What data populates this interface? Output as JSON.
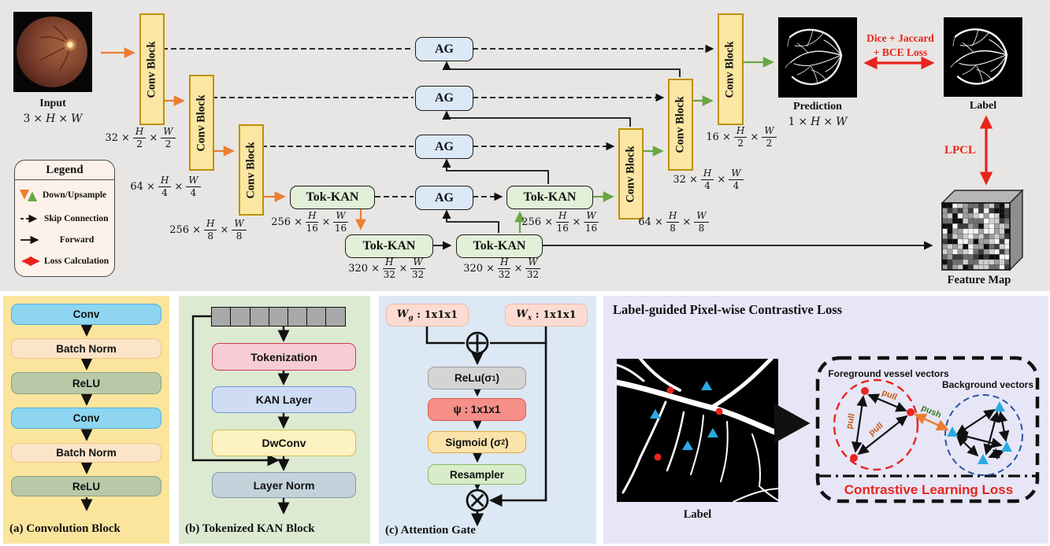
{
  "colors": {
    "orange": "#ED7D31",
    "green": "#68A744",
    "red": "#E8241C",
    "black": "#111111",
    "conv_fill": "#FBE7A3",
    "conv_border": "#BF9000",
    "tok_fill": "#E2F0D8",
    "ag_fill": "#DBE8F6",
    "top_bg": "#E8E6E4",
    "panel_a_bg": "#FBE59D",
    "panel_b_bg": "#DCEAD2",
    "panel_c_bg": "#DCE8F4",
    "panel_d_bg": "#E6E6F7"
  },
  "network": {
    "input_label": "Input",
    "input_dim": "3 × H × W",
    "conv_block": "Conv Block",
    "tok_kan": "Tok-KAN",
    "ag": "AG",
    "dims": {
      "enc1": "32 × H/2 × W/2",
      "enc2": "64 × H/4 × W/4",
      "enc3": "256 × H/8 × W/8",
      "enc4": "256 × H/16 × W/16",
      "bot1": "320 × H/32 × W/32",
      "bot2": "320 × H/32 × W/32",
      "dec4": "256 × H/16 × W/16",
      "dec3": "64 × H/8 × W/8",
      "dec2": "32 × H/4 × W/4",
      "dec1": "16 × H/2 × W/2"
    },
    "prediction_label": "Prediction",
    "prediction_dim": "1 × H × W",
    "label_label": "Label",
    "seg_loss_line1": "Dice + Jaccard",
    "seg_loss_line2": "+ BCE Loss",
    "lpcl_label": "LPCL",
    "feature_map_label": "Feature Map"
  },
  "legend": {
    "title": "Legend",
    "items": [
      {
        "icon": "down-up-arrows",
        "label": "Down/Upsample"
      },
      {
        "icon": "dashed-arrow",
        "label": "Skip Connection"
      },
      {
        "icon": "solid-arrow",
        "label": "Forward"
      },
      {
        "icon": "red-double-arrow",
        "label": "Loss Calculation"
      }
    ]
  },
  "panel_a": {
    "caption": "(a) Convolution Block",
    "layers": [
      {
        "label": "Conv"
      },
      {
        "label": "Batch Norm"
      },
      {
        "label": "ReLU"
      },
      {
        "label": "Conv"
      },
      {
        "label": "Batch Norm"
      },
      {
        "label": "ReLU"
      }
    ]
  },
  "panel_b": {
    "caption": "(b) Tokenized KAN Block",
    "token_count": 7,
    "layers": [
      {
        "label": "Tokenization"
      },
      {
        "label": "KAN Layer"
      },
      {
        "label": "DwConv"
      },
      {
        "label": "Layer Norm"
      }
    ]
  },
  "panel_c": {
    "caption": "(c) Attention Gate",
    "wg": {
      "base": "W",
      "sub": "g",
      "rest": ": 1x1x1"
    },
    "wx": {
      "base": "W",
      "sub": "x",
      "rest": ": 1x1x1"
    },
    "relu": {
      "base": "ReLu(σ",
      "sub": "1",
      "rest": ")"
    },
    "psi": {
      "base": "ψ : 1x1x1"
    },
    "sigmoid": {
      "base": "Sigmoid (σ",
      "sub": "2",
      "rest": ")"
    },
    "resampler": {
      "base": "Resampler"
    }
  },
  "panel_d": {
    "title": "Label-guided Pixel-wise Contrastive Loss",
    "label_caption": "Label",
    "fg_label": "Foreground vessel vectors",
    "bg_label": "Background vectors",
    "pull": "pull",
    "push": "push",
    "loss_label": "Contrastive Learning Loss"
  }
}
